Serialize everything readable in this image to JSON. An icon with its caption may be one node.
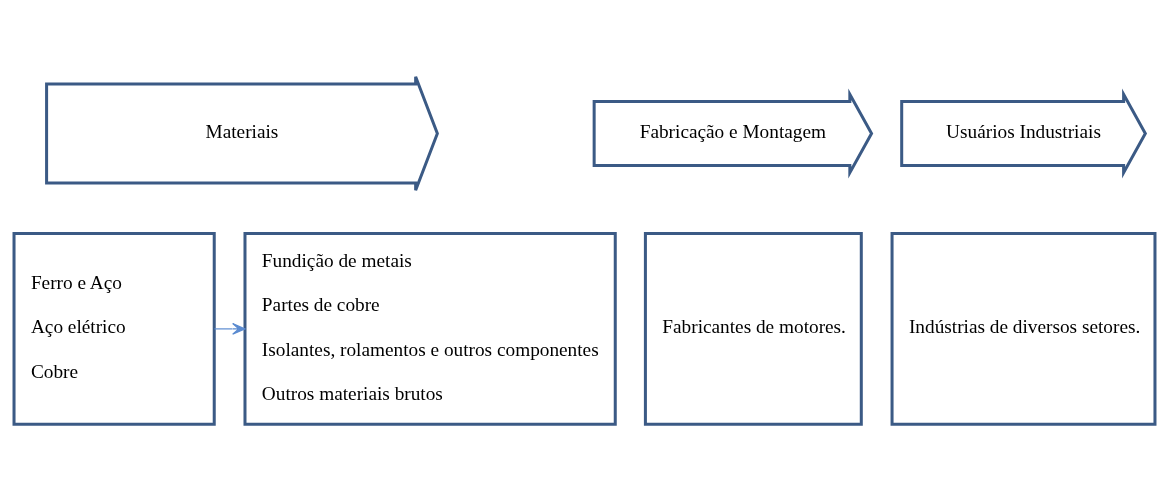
{
  "diagram": {
    "nodes": [
      {
        "text": [
          "Materiais"
        ]
      },
      {
        "text": [
          "Fabricação e Montagem"
        ]
      },
      {
        "text": [
          "Usuários Industriais"
        ]
      },
      {
        "text": [
          "Ferro e Aço",
          "Aço elétrico",
          "Cobre"
        ]
      },
      {
        "text": [
          "Fundição de metais",
          "Partes de cobre",
          "Isolantes, rolamentos e outros componentes",
          "Outros materiais brutos"
        ]
      },
      {
        "text": [
          "Fabricantes de motores."
        ]
      },
      {
        "text": [
          "Indústrias de diversos setores."
        ]
      }
    ],
    "edges": [
      {
        "from": 3,
        "to": 4,
        "arrow": "to",
        "color": "#5b8bd0"
      }
    ]
  }
}
